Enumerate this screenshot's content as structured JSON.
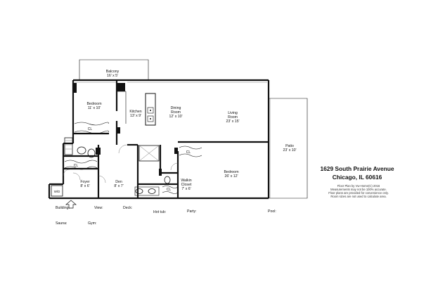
{
  "rooms": {
    "balcony": {
      "name": "Balcony",
      "dims": "16' x 5'"
    },
    "bedroom1": {
      "name": "Bedroom",
      "dims": "11' x 10'"
    },
    "kitchen": {
      "name": "Kitchen",
      "dims": "13' x 9'"
    },
    "dining": {
      "name": "Dining",
      "name2": "Room",
      "dims": "12' x 10'"
    },
    "living": {
      "name": "Living",
      "name2": "Room",
      "dims": "23' x 15'"
    },
    "patio": {
      "name": "Patio",
      "dims": "23' x 10'"
    },
    "foyer": {
      "name": "Foyer",
      "dims": "8' x 6'"
    },
    "den": {
      "name": "Den",
      "dims": "8' x 7'"
    },
    "walkin": {
      "name": "Walkin",
      "name2": "Closet",
      "dims": "7' x 6'"
    },
    "bedroom2": {
      "name": "Bedroom",
      "dims": "26' x 12'"
    }
  },
  "closets": {
    "cl1": "CL",
    "cl2": "CL",
    "cl3": "CL",
    "cl4": "CL",
    "wd": "W/D"
  },
  "address": {
    "line1": "1629 South Prairie Avenue",
    "line2": "Chicago, IL 60616"
  },
  "credits": {
    "line1": "Floor Plan by Vw-Home(C) 2016",
    "line2": "Measurements may not be 100% accurate.",
    "line3": "Floor plans are provided for convenience only.",
    "line4": "Room sizes are not used to calculate area."
  },
  "legend": {
    "building": "Building:",
    "view": "View:",
    "deck": "Deck:",
    "hottub": "Hot tub:",
    "party": "Party:",
    "pool": "Pool:",
    "sauna": "Sauna:",
    "gym": "Gym:"
  }
}
